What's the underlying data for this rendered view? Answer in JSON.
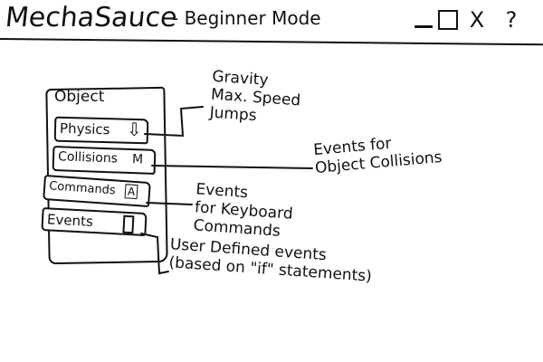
{
  "window": {
    "title": "MechaSauce",
    "subtitle": "- Beginner Mode",
    "controls": {
      "minimize": "",
      "maximize": "",
      "close": "X",
      "help": "?"
    }
  },
  "panel": {
    "label": "Object",
    "items": [
      {
        "label": "Physics",
        "icon": "down-arrow-icon",
        "glyph": "⇩"
      },
      {
        "label": "Collisions",
        "icon": "collision-icon",
        "glyph": "M"
      },
      {
        "label": "Commands",
        "icon": "keyboard-key-icon",
        "glyph": "A"
      },
      {
        "label": "Events",
        "icon": "exclamation-icon",
        "glyph": ""
      }
    ]
  },
  "annotations": {
    "physics": [
      "Gravity",
      "Max. Speed",
      "Jumps"
    ],
    "collisions": [
      "Events for",
      "Object Collisions"
    ],
    "commands": [
      "Events",
      "for Keyboard",
      "Commands"
    ],
    "events": [
      "User Defined events",
      "(based on \"if\" statements)"
    ]
  }
}
